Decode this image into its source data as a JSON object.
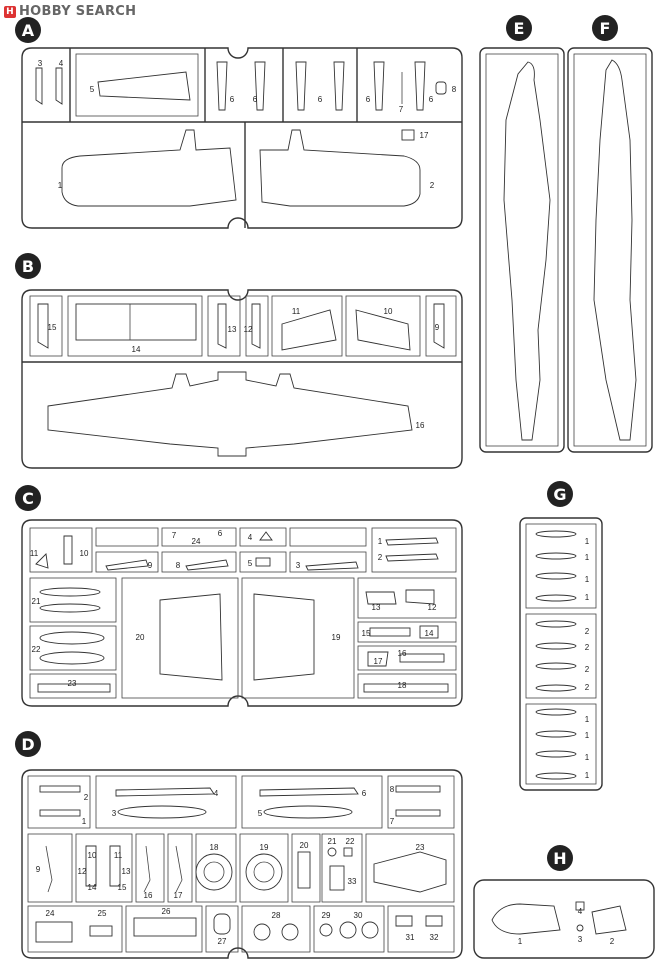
{
  "watermark": {
    "logo_badge": "H",
    "text": "HOBBY SEARCH"
  },
  "sprue_letters": {
    "A": "A",
    "B": "B",
    "C": "C",
    "D": "D",
    "E": "E",
    "F": "F",
    "G": "G",
    "H": "H"
  },
  "part_numbers": {
    "A": [
      "3",
      "4",
      "5",
      "6",
      "6",
      "6",
      "6",
      "7",
      "6",
      "8",
      "1",
      "2",
      "17"
    ],
    "B": [
      "15",
      "14",
      "13",
      "12",
      "11",
      "10",
      "9",
      "16"
    ],
    "C": [
      "11",
      "10",
      "9",
      "7",
      "24",
      "6",
      "8",
      "4",
      "5",
      "3",
      "1",
      "2",
      "21",
      "22",
      "20",
      "19",
      "13",
      "12",
      "15",
      "14",
      "17",
      "16",
      "23",
      "18"
    ],
    "D": [
      "4",
      "2",
      "1",
      "3",
      "6",
      "5",
      "8",
      "7",
      "9",
      "12",
      "13",
      "14",
      "15",
      "16",
      "17",
      "10",
      "11",
      "18",
      "19",
      "20",
      "21",
      "22",
      "33",
      "23",
      "24",
      "25",
      "26",
      "27",
      "28",
      "29",
      "30",
      "31",
      "32"
    ],
    "G": [
      "1",
      "1",
      "1",
      "1",
      "2",
      "2",
      "2",
      "2",
      "1",
      "1",
      "1",
      "1"
    ],
    "H": [
      "4",
      "1",
      "3",
      "2"
    ]
  }
}
